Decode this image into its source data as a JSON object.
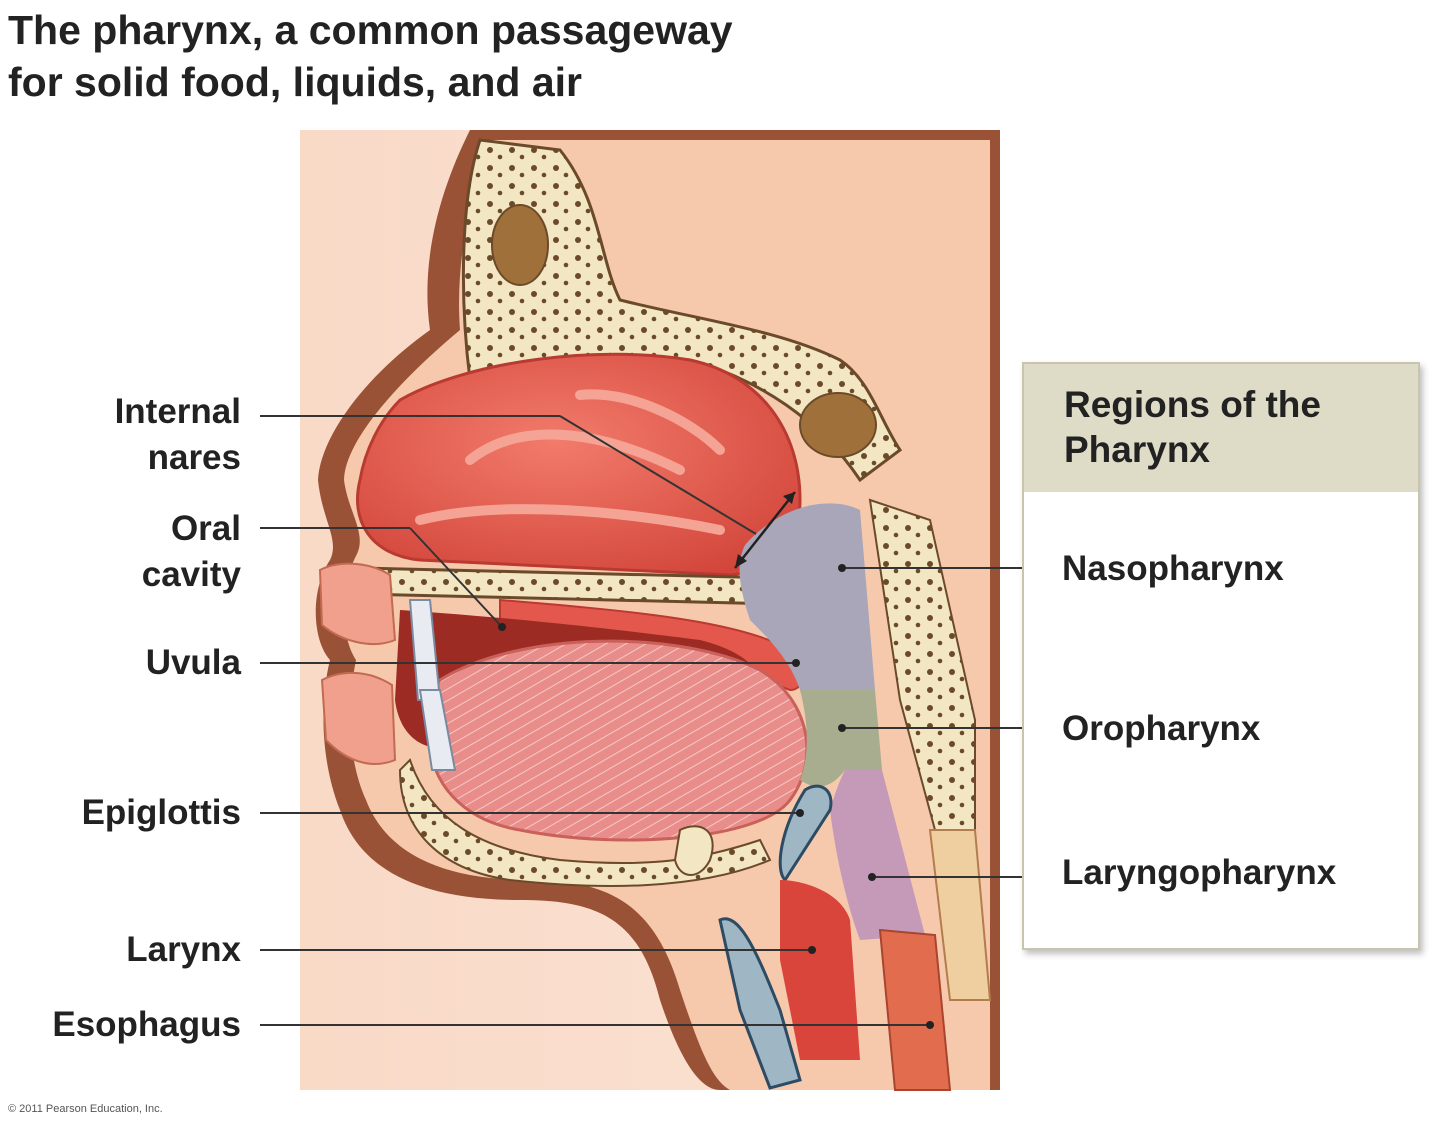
{
  "title": {
    "line1": "The pharynx, a common passageway",
    "line2": "for solid food, liquids, and air"
  },
  "labels": {
    "internal_nares_1": "Internal",
    "internal_nares_2": "nares",
    "oral_cavity_1": "Oral",
    "oral_cavity_2": "cavity",
    "uvula": "Uvula",
    "epiglottis": "Epiglottis",
    "larynx": "Larynx",
    "esophagus": "Esophagus"
  },
  "regions_box": {
    "title_1": "Regions of the",
    "title_2": "Pharynx",
    "nasopharynx": "Nasopharynx",
    "oropharynx": "Oropharynx",
    "laryngopharynx": "Laryngopharynx"
  },
  "colors": {
    "nasopharynx": "#a8a6b8",
    "oropharynx": "#a8ad8f",
    "laryngopharynx": "#c49ab8",
    "soft_tissue": "#e2584c",
    "bone": "#f3e6c2",
    "skin": "#f6cdb5"
  },
  "credit": "© 2011 Pearson Education, Inc."
}
